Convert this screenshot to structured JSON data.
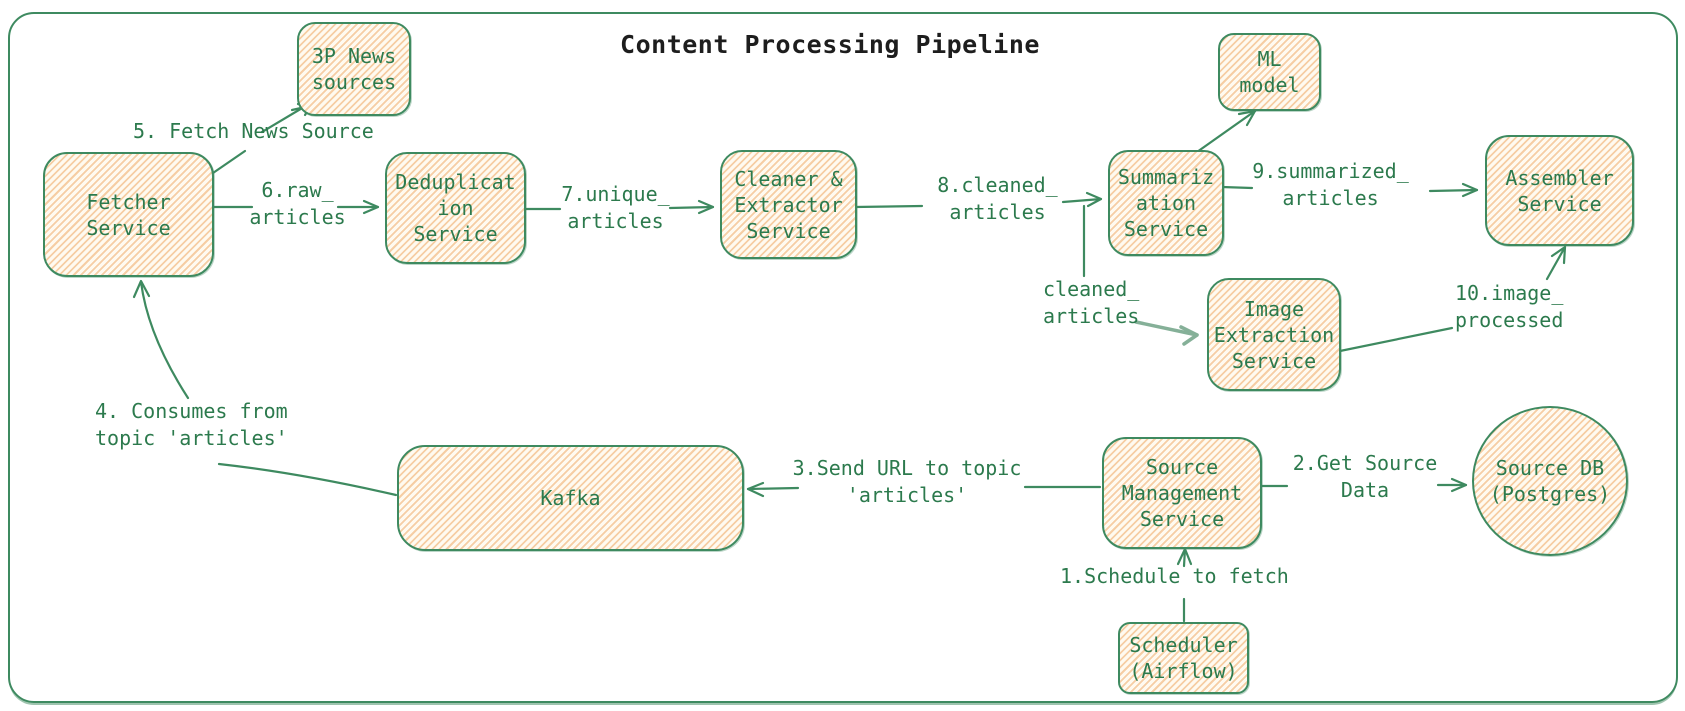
{
  "title": "Content Processing Pipeline",
  "colors": {
    "frame_and_arrows": "#3e8a60",
    "diagram_text": "#2c7a4d",
    "soft_arrow": "#85b098",
    "title_text": "#1d1d1d",
    "node_fill_hatch": "#f0b276",
    "node_background": "#fffaf0"
  },
  "nodes": {
    "news_sources": {
      "label": "3P News\nsources"
    },
    "fetcher": {
      "label": "Fetcher\nService"
    },
    "dedup": {
      "label": "Deduplicat\nion\nService"
    },
    "cleaner": {
      "label": "Cleaner &\nExtractor\nService"
    },
    "ml_model": {
      "label": "ML\nmodel"
    },
    "summarization": {
      "label": "Summariz\nation\nService"
    },
    "assembler": {
      "label": "Assembler\nService"
    },
    "image_extraction": {
      "label": "Image\nExtraction\nService"
    },
    "kafka": {
      "label": "Kafka"
    },
    "source_mgmt": {
      "label": "Source\nManagement\nService"
    },
    "source_db": {
      "label": "Source DB\n(Postgres)"
    },
    "scheduler": {
      "label": "Scheduler\n(Airflow)"
    }
  },
  "edges": {
    "schedule_to_fetch": {
      "label": "1.Schedule to fetch"
    },
    "get_source_data": {
      "label": "2.Get Source\nData"
    },
    "send_url_to_topic": {
      "label": "3.Send URL to topic\n'articles'"
    },
    "consumes_from_topic": {
      "label": "4. Consumes from\ntopic 'articles'"
    },
    "fetch_news_source": {
      "label": "5. Fetch News Source"
    },
    "raw_articles": {
      "label": "6.raw_\narticles"
    },
    "unique_articles": {
      "label": "7.unique_\narticles"
    },
    "cleaned_articles_8": {
      "label": "8.cleaned_\narticles"
    },
    "summarized_articles": {
      "label": "9.summarized_\narticles"
    },
    "cleaned_articles_branch": {
      "label": "cleaned_\narticles"
    },
    "image_processed": {
      "label": "10.image_\nprocessed"
    }
  }
}
